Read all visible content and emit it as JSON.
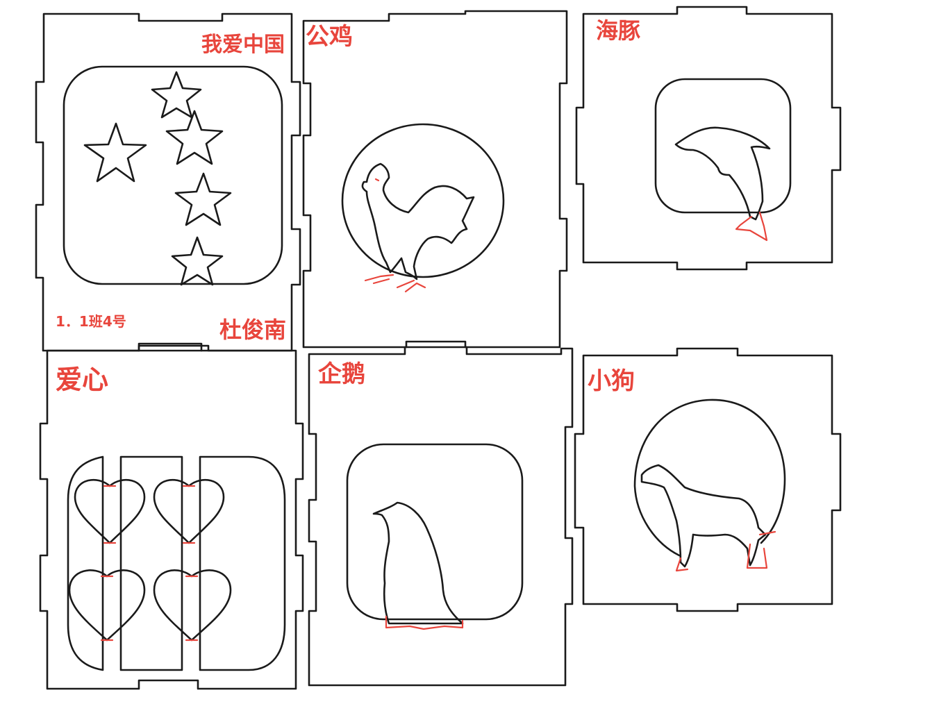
{
  "colors": {
    "cut_line": "#1a1a1a",
    "engrave_line": "#e8453c",
    "background": "#ffffff"
  },
  "panels": [
    {
      "id": "china",
      "title": "我爱中国",
      "labels": [
        "杜俊南",
        "1．1班4号"
      ],
      "motif": "five-stars"
    },
    {
      "id": "rooster",
      "title": "公鸡",
      "motif": "rooster"
    },
    {
      "id": "dolphin",
      "title": "海豚",
      "motif": "dolphin"
    },
    {
      "id": "hearts",
      "title": "爱心",
      "motif": "hearts"
    },
    {
      "id": "penguin",
      "title": "企鹅",
      "motif": "penguin"
    },
    {
      "id": "dog",
      "title": "小狗",
      "motif": "dog"
    }
  ]
}
